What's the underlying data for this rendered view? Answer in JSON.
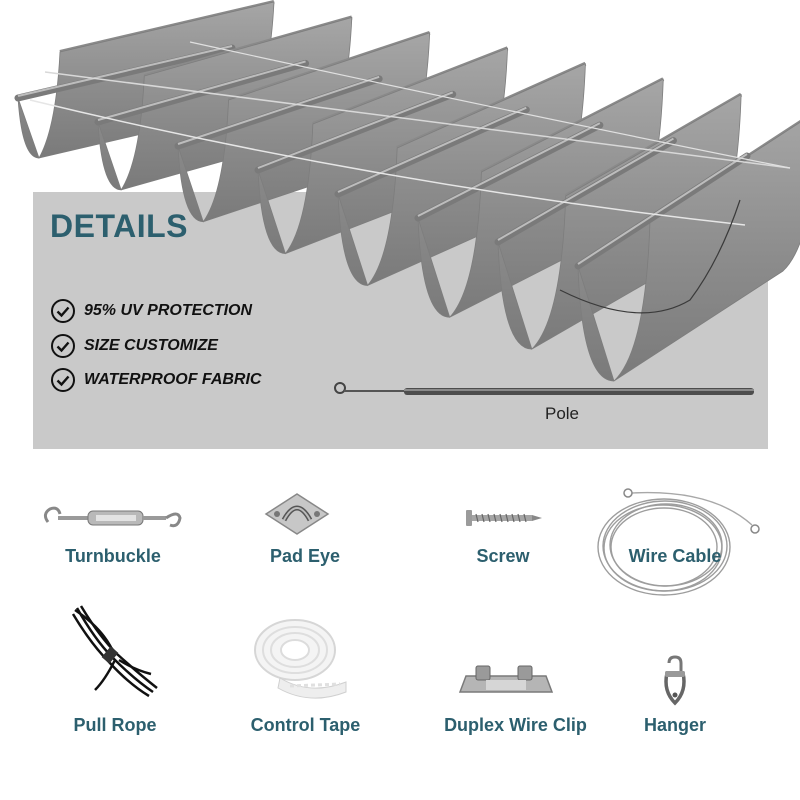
{
  "details": {
    "title": "DETAILS",
    "features": [
      {
        "text": "95% UV PROTECTION",
        "icon": "check-circle-icon"
      },
      {
        "text": "SIZE CUSTOMIZE",
        "icon": "check-circle-icon"
      },
      {
        "text": "WATERPROOF FABRIC",
        "icon": "check-circle-icon"
      }
    ],
    "pole_label": "Pole"
  },
  "accessories": [
    {
      "label": "Turnbuckle",
      "icon": "turnbuckle-icon"
    },
    {
      "label": "Pad Eye",
      "icon": "pad-eye-icon"
    },
    {
      "label": "Screw",
      "icon": "screw-icon"
    },
    {
      "label": "Wire Cable",
      "icon": "wire-cable-icon"
    },
    {
      "label": "Pull Rope",
      "icon": "pull-rope-icon"
    },
    {
      "label": "Control Tape",
      "icon": "control-tape-icon"
    },
    {
      "label": "Duplex Wire Clip",
      "icon": "duplex-wire-clip-icon"
    },
    {
      "label": "Hanger",
      "icon": "hanger-icon"
    }
  ],
  "colors": {
    "accent": "#2c5f6e",
    "panel": "#c9c9c9",
    "fabric": "#8e8e8e"
  }
}
